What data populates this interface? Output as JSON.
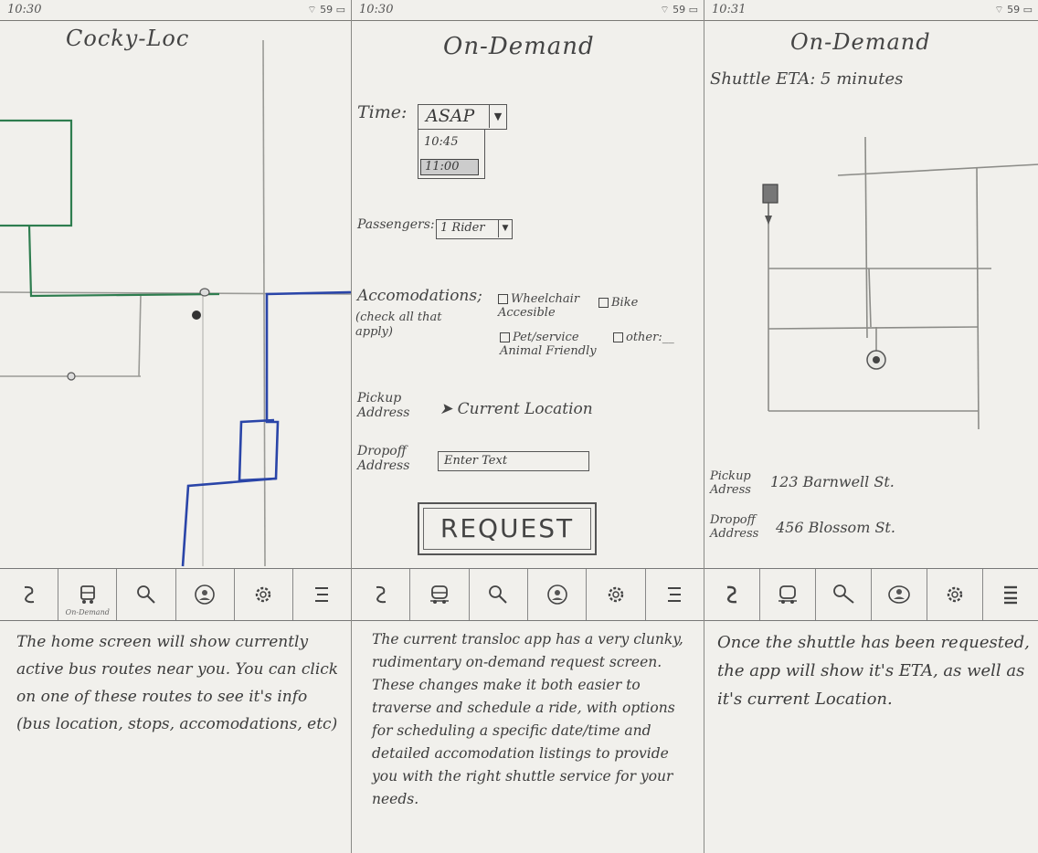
{
  "screen1": {
    "status_time": "10:30",
    "status_icons": "⌔ 59 ▭",
    "title": "Cocky-Loc",
    "tabs": [
      {
        "icon": "route-icon",
        "under": ""
      },
      {
        "icon": "shuttle-icon",
        "under": "On-Demand"
      },
      {
        "icon": "search-icon",
        "under": ""
      },
      {
        "icon": "profile-icon",
        "under": ""
      },
      {
        "icon": "gear-icon",
        "under": ""
      },
      {
        "icon": "menu-icon",
        "under": ""
      }
    ],
    "note": "The home screen will show currently active bus routes near you. You can click on one of these routes to see it's info (bus location, stops, accomodations, etc)"
  },
  "screen2": {
    "status_time": "10:30",
    "status_icons": "⌔ 59 ▭",
    "title": "On-Demand",
    "time_label": "Time:",
    "time_value": "ASAP",
    "time_options": [
      "10:45",
      "11:00"
    ],
    "passengers_label": "Passengers:",
    "passengers_value": "1 Rider",
    "accomodations_label": "Accomodations;",
    "accomodations_hint": "(check all that apply)",
    "accomodations_options": [
      "Wheelchair Accesible",
      "Bike",
      "Pet/service Animal Friendly",
      "other:__"
    ],
    "pickup_label": "Pickup Address",
    "pickup_value": "Current Location",
    "dropoff_label": "Dropoff Address",
    "dropoff_placeholder": "Enter Text",
    "request_label": "REQUEST",
    "tabs": [
      "route-icon",
      "shuttle-icon",
      "search-icon",
      "profile-icon",
      "gear-icon",
      "menu-icon"
    ],
    "note": "The current transloc app has a very clunky, rudimentary on-demand request screen. These changes make it both easier to traverse and schedule a ride, with options for scheduling a specific date/time and detailed accomodation listings to provide you with the right shuttle service for your needs."
  },
  "screen3": {
    "status_time": "10:31",
    "status_icons": "⌔ 59 ▭",
    "title": "On-Demand",
    "eta": "Shuttle ETA: 5 minutes",
    "pickup_label": "Pickup Adress",
    "pickup_value": "123 Barnwell St.",
    "dropoff_label": "Dropoff Address",
    "dropoff_value": "456 Blossom St.",
    "tabs": [
      "route-icon",
      "shuttle-icon",
      "search-icon",
      "profile-icon",
      "gear-icon",
      "menu-icon"
    ],
    "note": "Once the shuttle has been requested, the app will show it's ETA, as well as it's current Location."
  },
  "colors": {
    "paper": "#f1f0ec",
    "pencil": "#8a8a86",
    "route_green": "#2e7d4f",
    "route_blue": "#2a45a8"
  }
}
